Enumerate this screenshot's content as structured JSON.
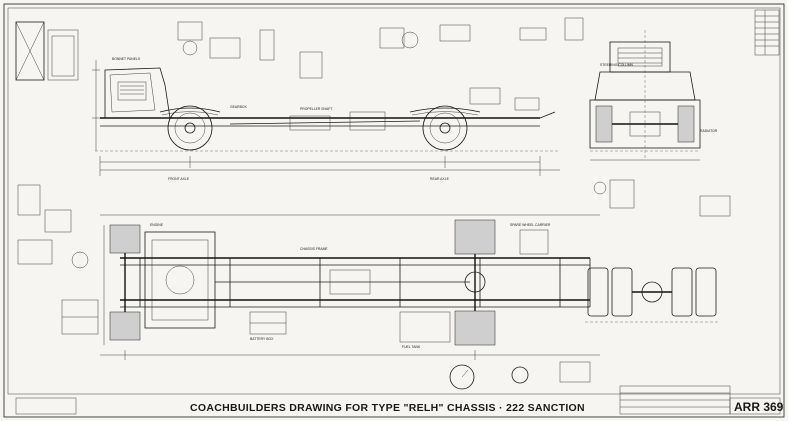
{
  "drawing": {
    "title": "COACHBUILDERS DRAWING FOR TYPE \"RELH\" CHASSIS · 222 SANCTION",
    "reference": "ARR 369",
    "note_lines": [
      "BONNET PANELS",
      "FRONT AXLE",
      "REAR AXLE",
      "FUEL TANK",
      "SPARE WHEEL CARRIER",
      "CHASSIS FRAME",
      "BATTERY BOX",
      "GEARBOX",
      "PROPELLER SHAFT",
      "STEERING COLUMN",
      "RADIATOR",
      "ENGINE"
    ]
  },
  "colors": {
    "paper": "#f6f5f1",
    "ink": "#1b1b1b"
  }
}
